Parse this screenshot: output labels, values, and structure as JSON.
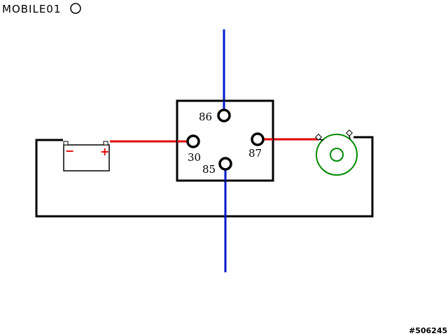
{
  "logo": {
    "text": "MOBILE01"
  },
  "watermark": {
    "text": "#506245"
  },
  "battery": {
    "neg_symbol": "−",
    "pos_symbol": "+"
  },
  "relay": {
    "pins": [
      {
        "id": "86",
        "label": "86"
      },
      {
        "id": "30",
        "label": "30"
      },
      {
        "id": "87",
        "label": "87"
      },
      {
        "id": "85",
        "label": "85"
      }
    ]
  },
  "colors": {
    "wire_ground": "#000000",
    "wire_power": "#e00000",
    "wire_control": "#0018c8",
    "motor": "#008a00"
  }
}
